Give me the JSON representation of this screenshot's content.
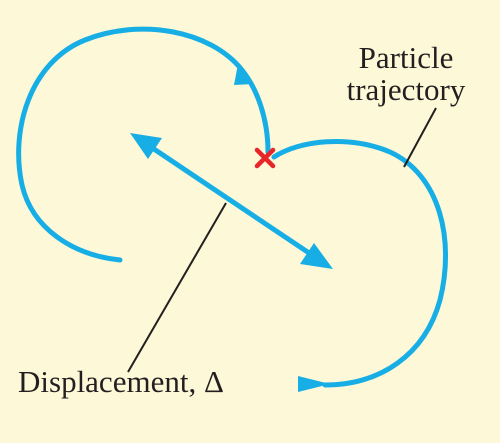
{
  "labels": {
    "trajectory_line1": "Particle",
    "trajectory_line2": "trajectory",
    "displacement": "Displacement, Δ"
  },
  "colors": {
    "background": "#fdf8d7",
    "trajectory": "#17aee6",
    "displacement": "#17aee6",
    "start_marker": "#e8262a",
    "leader_line": "#231f20",
    "text": "#231f20"
  },
  "icons": {
    "start_marker": "cross-icon"
  }
}
